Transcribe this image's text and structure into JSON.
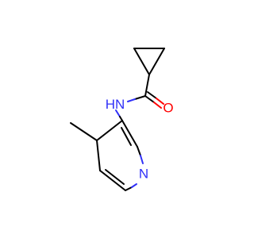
{
  "molecule": {
    "atoms": {
      "amide_nitrogen": {
        "symbol": "N",
        "hydrogen": "H",
        "color": "#3030f8"
      },
      "carbonyl_oxygen": {
        "symbol": "O",
        "color": "#ff0000"
      },
      "ring_nitrogen": {
        "symbol": "N",
        "color": "#3030f8"
      }
    }
  }
}
